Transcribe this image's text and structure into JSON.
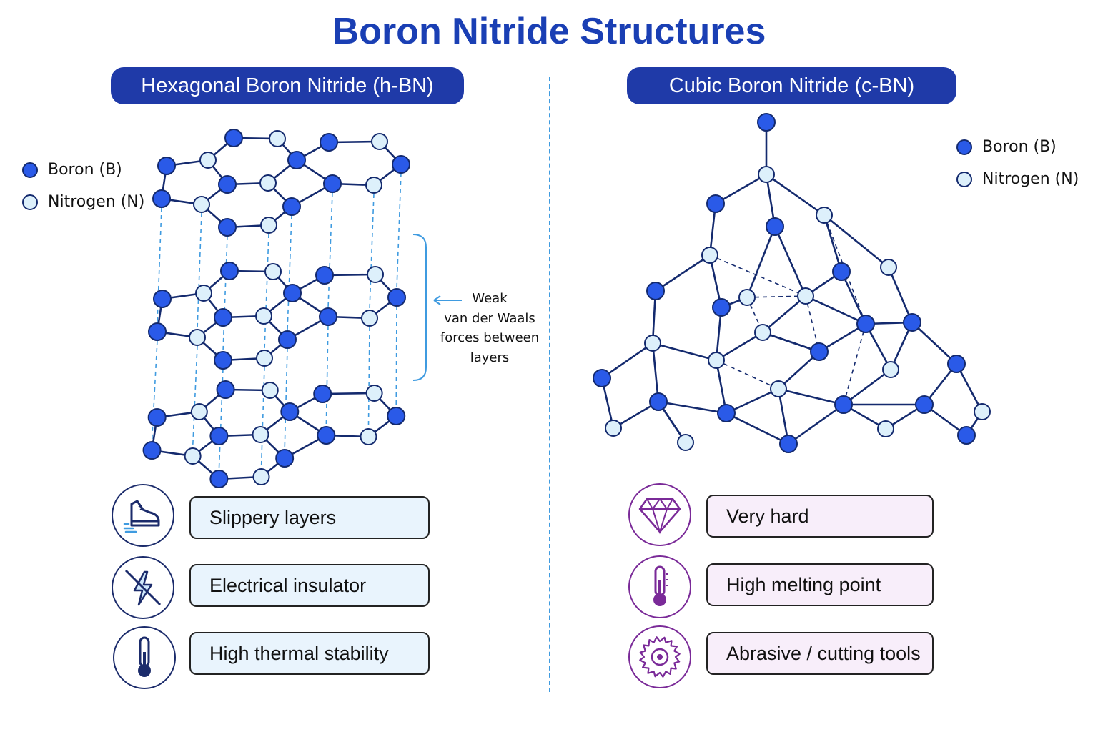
{
  "title": "Boron Nitride Structures",
  "sections": {
    "hexagonal": {
      "title": "Hexagonal Boron Nitride (h-BN)",
      "legend": [
        "Boron (B)",
        "Nitrogen (N)"
      ],
      "note": [
        "Weak",
        "van der Waals",
        "forces between",
        "layers"
      ],
      "properties": [
        {
          "label": "Slippery layers",
          "icon": "shoe-icon"
        },
        {
          "label": "Electrical insulator",
          "icon": "no-lightning-icon"
        },
        {
          "label": "High thermal stability",
          "icon": "thermometer-icon"
        }
      ]
    },
    "cubic": {
      "title": "Cubic Boron Nitride (c-BN)",
      "legend": [
        "Boron (B)",
        "Nitrogen (N)"
      ],
      "properties": [
        {
          "label": "Very hard",
          "icon": "diamond-icon"
        },
        {
          "label": "High melting point",
          "icon": "thermometer-icon"
        },
        {
          "label": "Abrasive / cutting tools",
          "icon": "saw-blade-icon"
        }
      ]
    }
  },
  "colors": {
    "title": "#1a3fb4",
    "pill": "#1f3aa8",
    "boron": "#2a5ae8",
    "nitrogen": "#ddf0fb",
    "bond": "#142a6e",
    "dashed": "#3f9be0",
    "icon_blue": "#1b2b6b",
    "icon_purple": "#7a2a98"
  }
}
